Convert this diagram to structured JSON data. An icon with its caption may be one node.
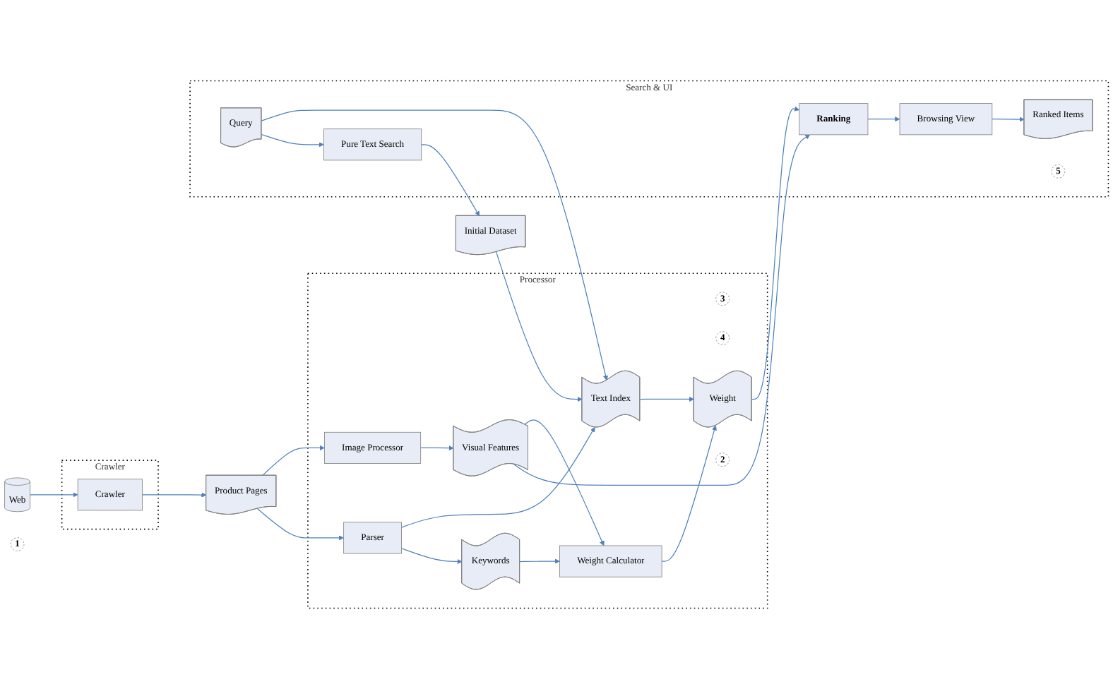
{
  "diagram": {
    "nodes": [
      {
        "text": [
          "Crawler"
        ]
      },
      {
        "text": [
          "Processor"
        ]
      },
      {
        "text": [
          "Search & UI"
        ]
      },
      {
        "text": [
          "Web"
        ]
      },
      {
        "text": [
          "Crawler"
        ],
        "in": 0
      },
      {
        "text": [
          "1"
        ]
      },
      {
        "text": [
          "Product Pages"
        ]
      },
      {
        "text": [
          "Image Processor"
        ],
        "in": 1
      },
      {
        "text": [
          "3"
        ],
        "in": 1
      },
      {
        "text": [
          "Visual Features"
        ],
        "in": 1
      },
      {
        "text": [
          "Keywords"
        ],
        "in": 1
      },
      {
        "text": [
          "Weight Calculator"
        ],
        "in": 1
      },
      {
        "text": [
          "4"
        ],
        "in": 1
      },
      {
        "text": [
          "Weight"
        ],
        "in": 1
      },
      {
        "text": [
          "Parser"
        ],
        "in": 1
      },
      {
        "text": [
          "2"
        ],
        "in": 1
      },
      {
        "text": [
          "Text Index"
        ],
        "in": 1
      },
      {
        "text": [
          "Ranked Items"
        ],
        "in": 2
      },
      {
        "text": [
          "Ranking"
        ],
        "in": 2
      },
      {
        "text": [
          "Browsing View"
        ],
        "in": 2
      },
      {
        "text": [
          "5"
        ],
        "in": 2
      },
      {
        "text": [
          "Initial Dataset"
        ]
      },
      {
        "text": [
          "Pure Text Search"
        ],
        "in": 2
      },
      {
        "text": [
          "Query"
        ],
        "in": 2
      }
    ],
    "edges": [
      {
        "from": 3,
        "to": 4,
        "arrow": "to"
      },
      {
        "from": 4,
        "to": 6,
        "arrow": "to"
      },
      {
        "from": 6,
        "to": 7,
        "arrow": "to"
      },
      {
        "from": 6,
        "to": 14,
        "arrow": "to"
      },
      {
        "from": 14,
        "to": 16,
        "arrow": "to"
      },
      {
        "from": 7,
        "to": 9,
        "arrow": "to"
      },
      {
        "from": 9,
        "to": 11,
        "arrow": "to"
      },
      {
        "from": 9,
        "to": 18,
        "arrow": "to"
      },
      {
        "from": 14,
        "to": 10,
        "arrow": "to"
      },
      {
        "from": 10,
        "to": 11,
        "arrow": "to"
      },
      {
        "from": 11,
        "to": 13,
        "arrow": "to"
      },
      {
        "from": 13,
        "to": 18,
        "arrow": "to"
      },
      {
        "from": 16,
        "to": 13,
        "arrow": "to"
      },
      {
        "from": 21,
        "to": 16,
        "arrow": "to"
      },
      {
        "from": 23,
        "to": 16,
        "arrow": "to"
      },
      {
        "from": 23,
        "to": 22,
        "arrow": "to"
      },
      {
        "from": 22,
        "to": 21,
        "arrow": "to"
      },
      {
        "from": 18,
        "to": 19,
        "arrow": "to"
      },
      {
        "from": 19,
        "to": 17,
        "arrow": "to"
      }
    ]
  }
}
